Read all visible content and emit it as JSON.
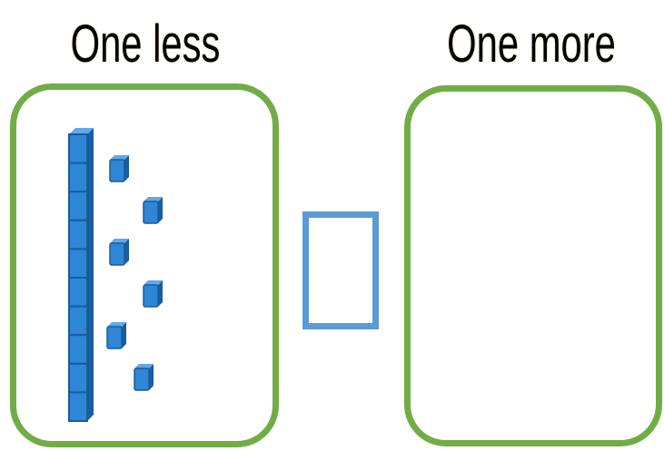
{
  "labels": {
    "one_less": "One less",
    "one_more": "One more"
  },
  "model": {
    "tens_rods": 1,
    "ones_cubes": 6,
    "rod_units": 10
  },
  "colors": {
    "panel_border": "#71ad47",
    "answer_box_border": "#5b9bd5",
    "block_fill": "#2e86d4",
    "block_dark": "#1a5c9e"
  }
}
